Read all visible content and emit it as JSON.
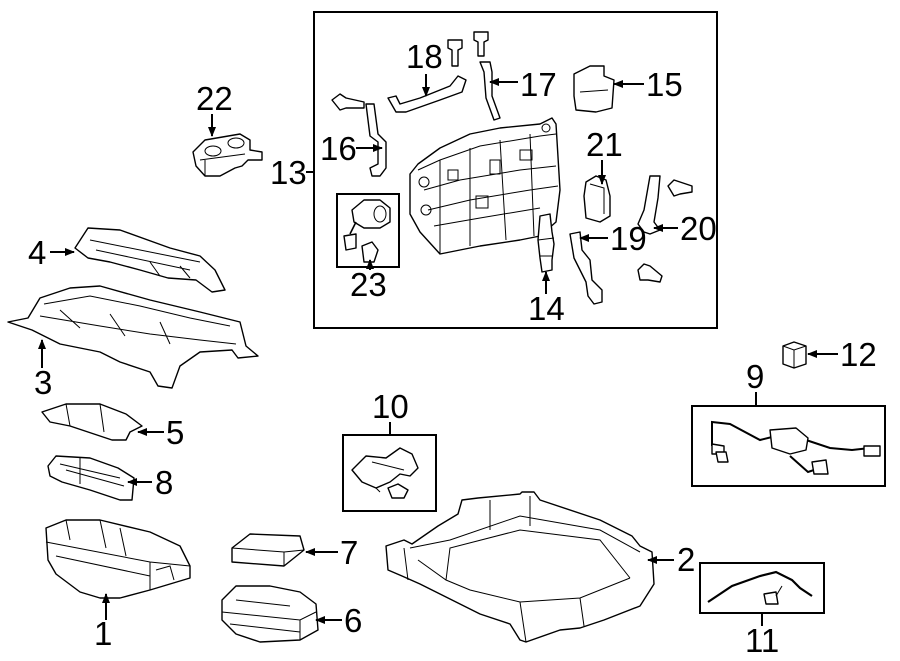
{
  "diagram": {
    "callouts": [
      {
        "id": "1",
        "text": "1"
      },
      {
        "id": "2",
        "text": "2"
      },
      {
        "id": "3",
        "text": "3"
      },
      {
        "id": "4",
        "text": "4"
      },
      {
        "id": "5",
        "text": "5"
      },
      {
        "id": "6",
        "text": "6"
      },
      {
        "id": "7",
        "text": "7"
      },
      {
        "id": "8",
        "text": "8"
      },
      {
        "id": "9",
        "text": "9"
      },
      {
        "id": "10",
        "text": "10"
      },
      {
        "id": "11",
        "text": "11"
      },
      {
        "id": "12",
        "text": "12"
      },
      {
        "id": "13",
        "text": "13"
      },
      {
        "id": "14",
        "text": "14"
      },
      {
        "id": "15",
        "text": "15"
      },
      {
        "id": "16",
        "text": "16"
      },
      {
        "id": "17",
        "text": "17"
      },
      {
        "id": "18",
        "text": "18"
      },
      {
        "id": "19",
        "text": "19"
      },
      {
        "id": "20",
        "text": "20"
      },
      {
        "id": "21",
        "text": "21"
      },
      {
        "id": "22",
        "text": "22"
      },
      {
        "id": "23",
        "text": "23"
      }
    ]
  }
}
